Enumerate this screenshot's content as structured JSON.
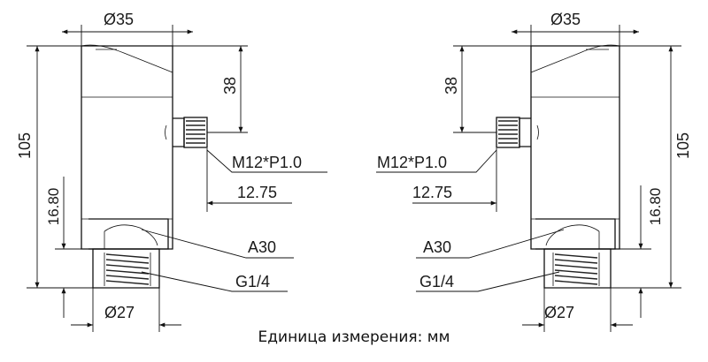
{
  "views": [
    {
      "id": "left",
      "dimensions": {
        "top_diameter": "Ø35",
        "total_height": "105",
        "connector_height": "38",
        "connector_thread": "M12*P1.0",
        "connector_offset": "12.75",
        "fitting_height": "16.80",
        "hex_size": "A30",
        "process_thread": "G1/4",
        "bottom_diameter": "Ø27"
      }
    },
    {
      "id": "right",
      "dimensions": {
        "top_diameter": "Ø35",
        "total_height": "105",
        "connector_height": "38",
        "connector_thread": "M12*P1.0",
        "connector_offset": "12.75",
        "fitting_height": "16.80",
        "hex_size": "A30",
        "process_thread": "G1/4",
        "bottom_diameter": "Ø27"
      }
    }
  ],
  "caption": "Единица измерения: мм"
}
